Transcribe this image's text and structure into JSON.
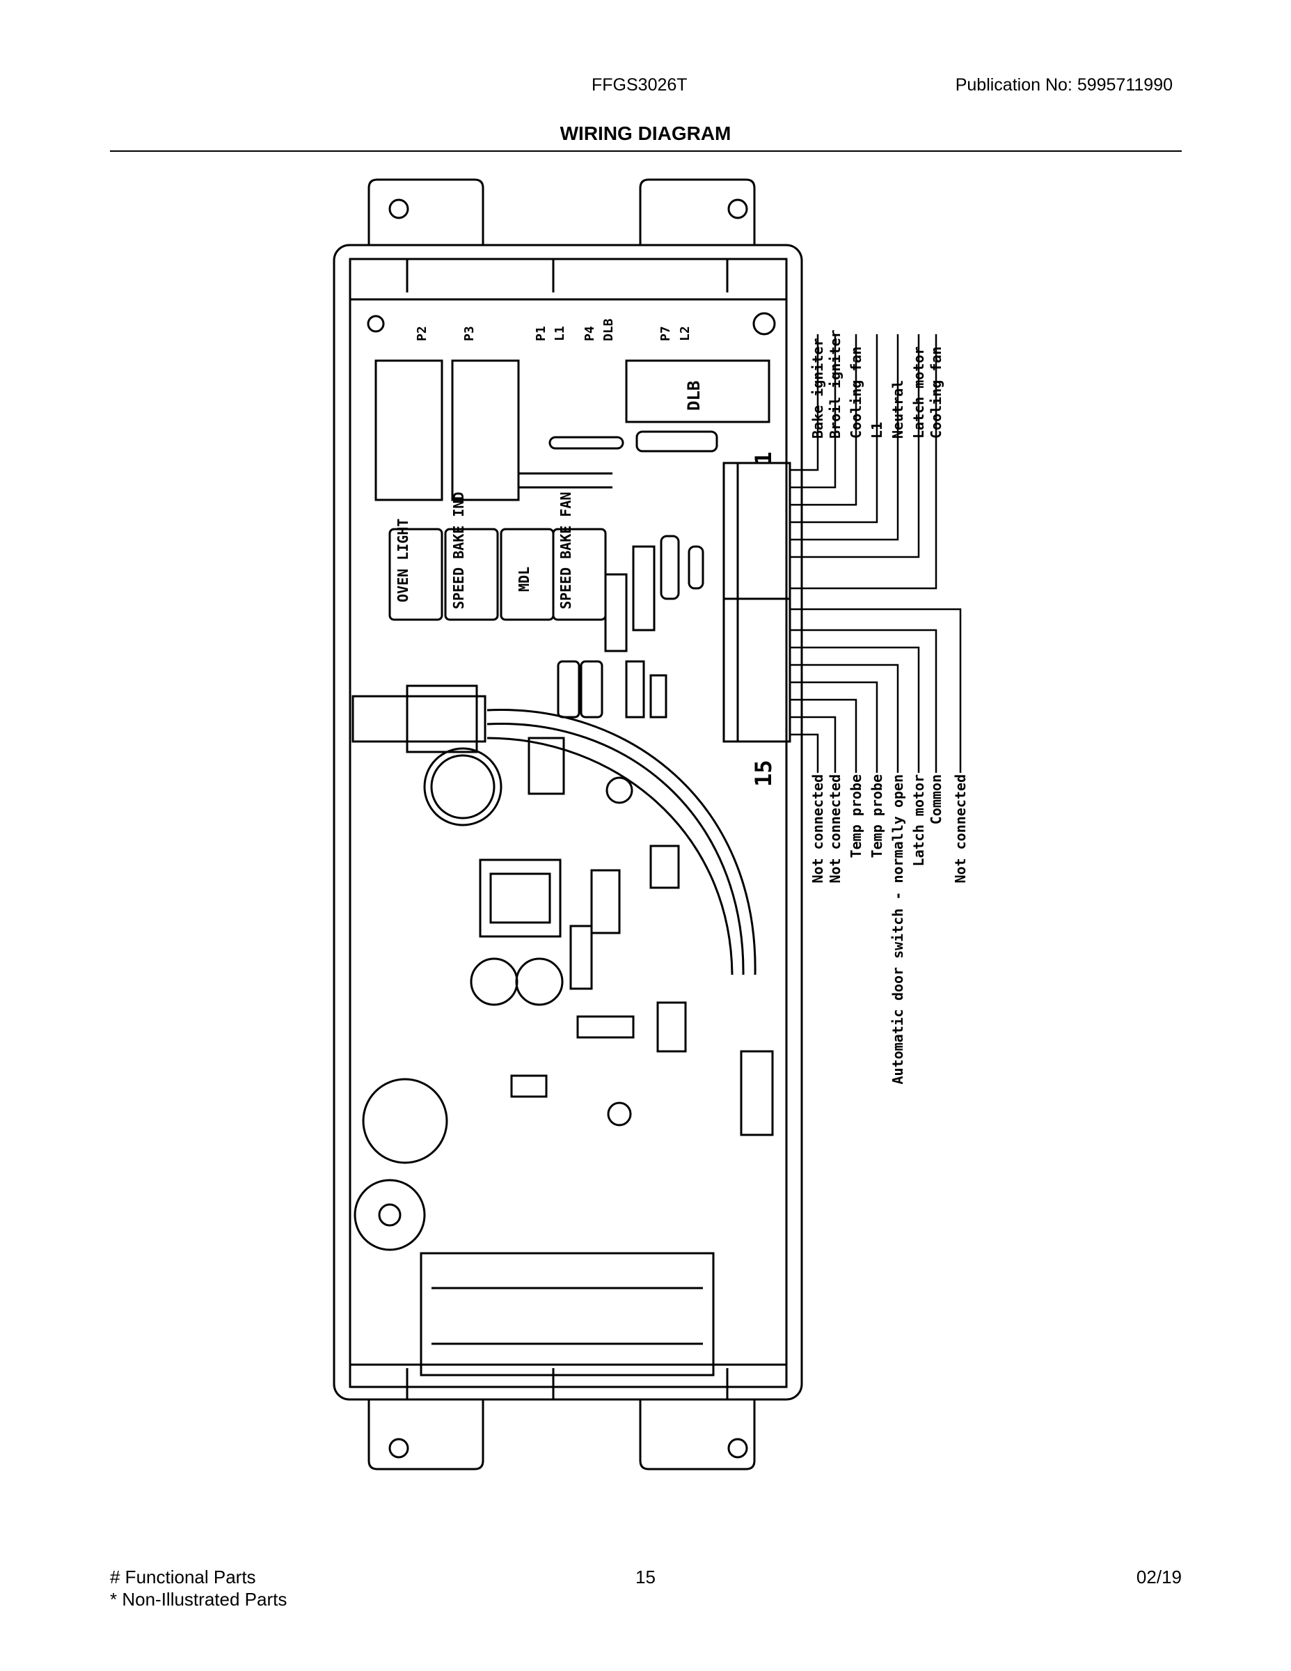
{
  "header": {
    "model": "FFGS3026T",
    "publication": "Publication No:  5995711990",
    "title": "WIRING DIAGRAM"
  },
  "board": {
    "connectors": [
      "P2",
      "P3",
      "P1",
      "L1",
      "P4",
      "DLB",
      "P7",
      "L2"
    ],
    "relays": [
      "OVEN LIGHT",
      "SPEED BAKE IND",
      "MDL",
      "SPEED BAKE FAN"
    ],
    "dlb_label": "DLB",
    "pin_first": "1",
    "pin_last": "15"
  },
  "pins_upper": [
    "Bake igniter",
    "Broil igniter",
    "Cooling fan",
    "L1",
    "Neutral",
    "Latch motor",
    "Cooling fan"
  ],
  "pins_lower": [
    "Not connected",
    "Not connected",
    "Temp probe",
    "Temp probe",
    "Automatic door switch - normally open",
    "Latch motor",
    "Common",
    "Not connected"
  ],
  "footer": {
    "legend_functional": "# Functional Parts",
    "legend_non_illustrated": "* Non-Illustrated Parts",
    "page_number": "15",
    "date": "02/19"
  }
}
